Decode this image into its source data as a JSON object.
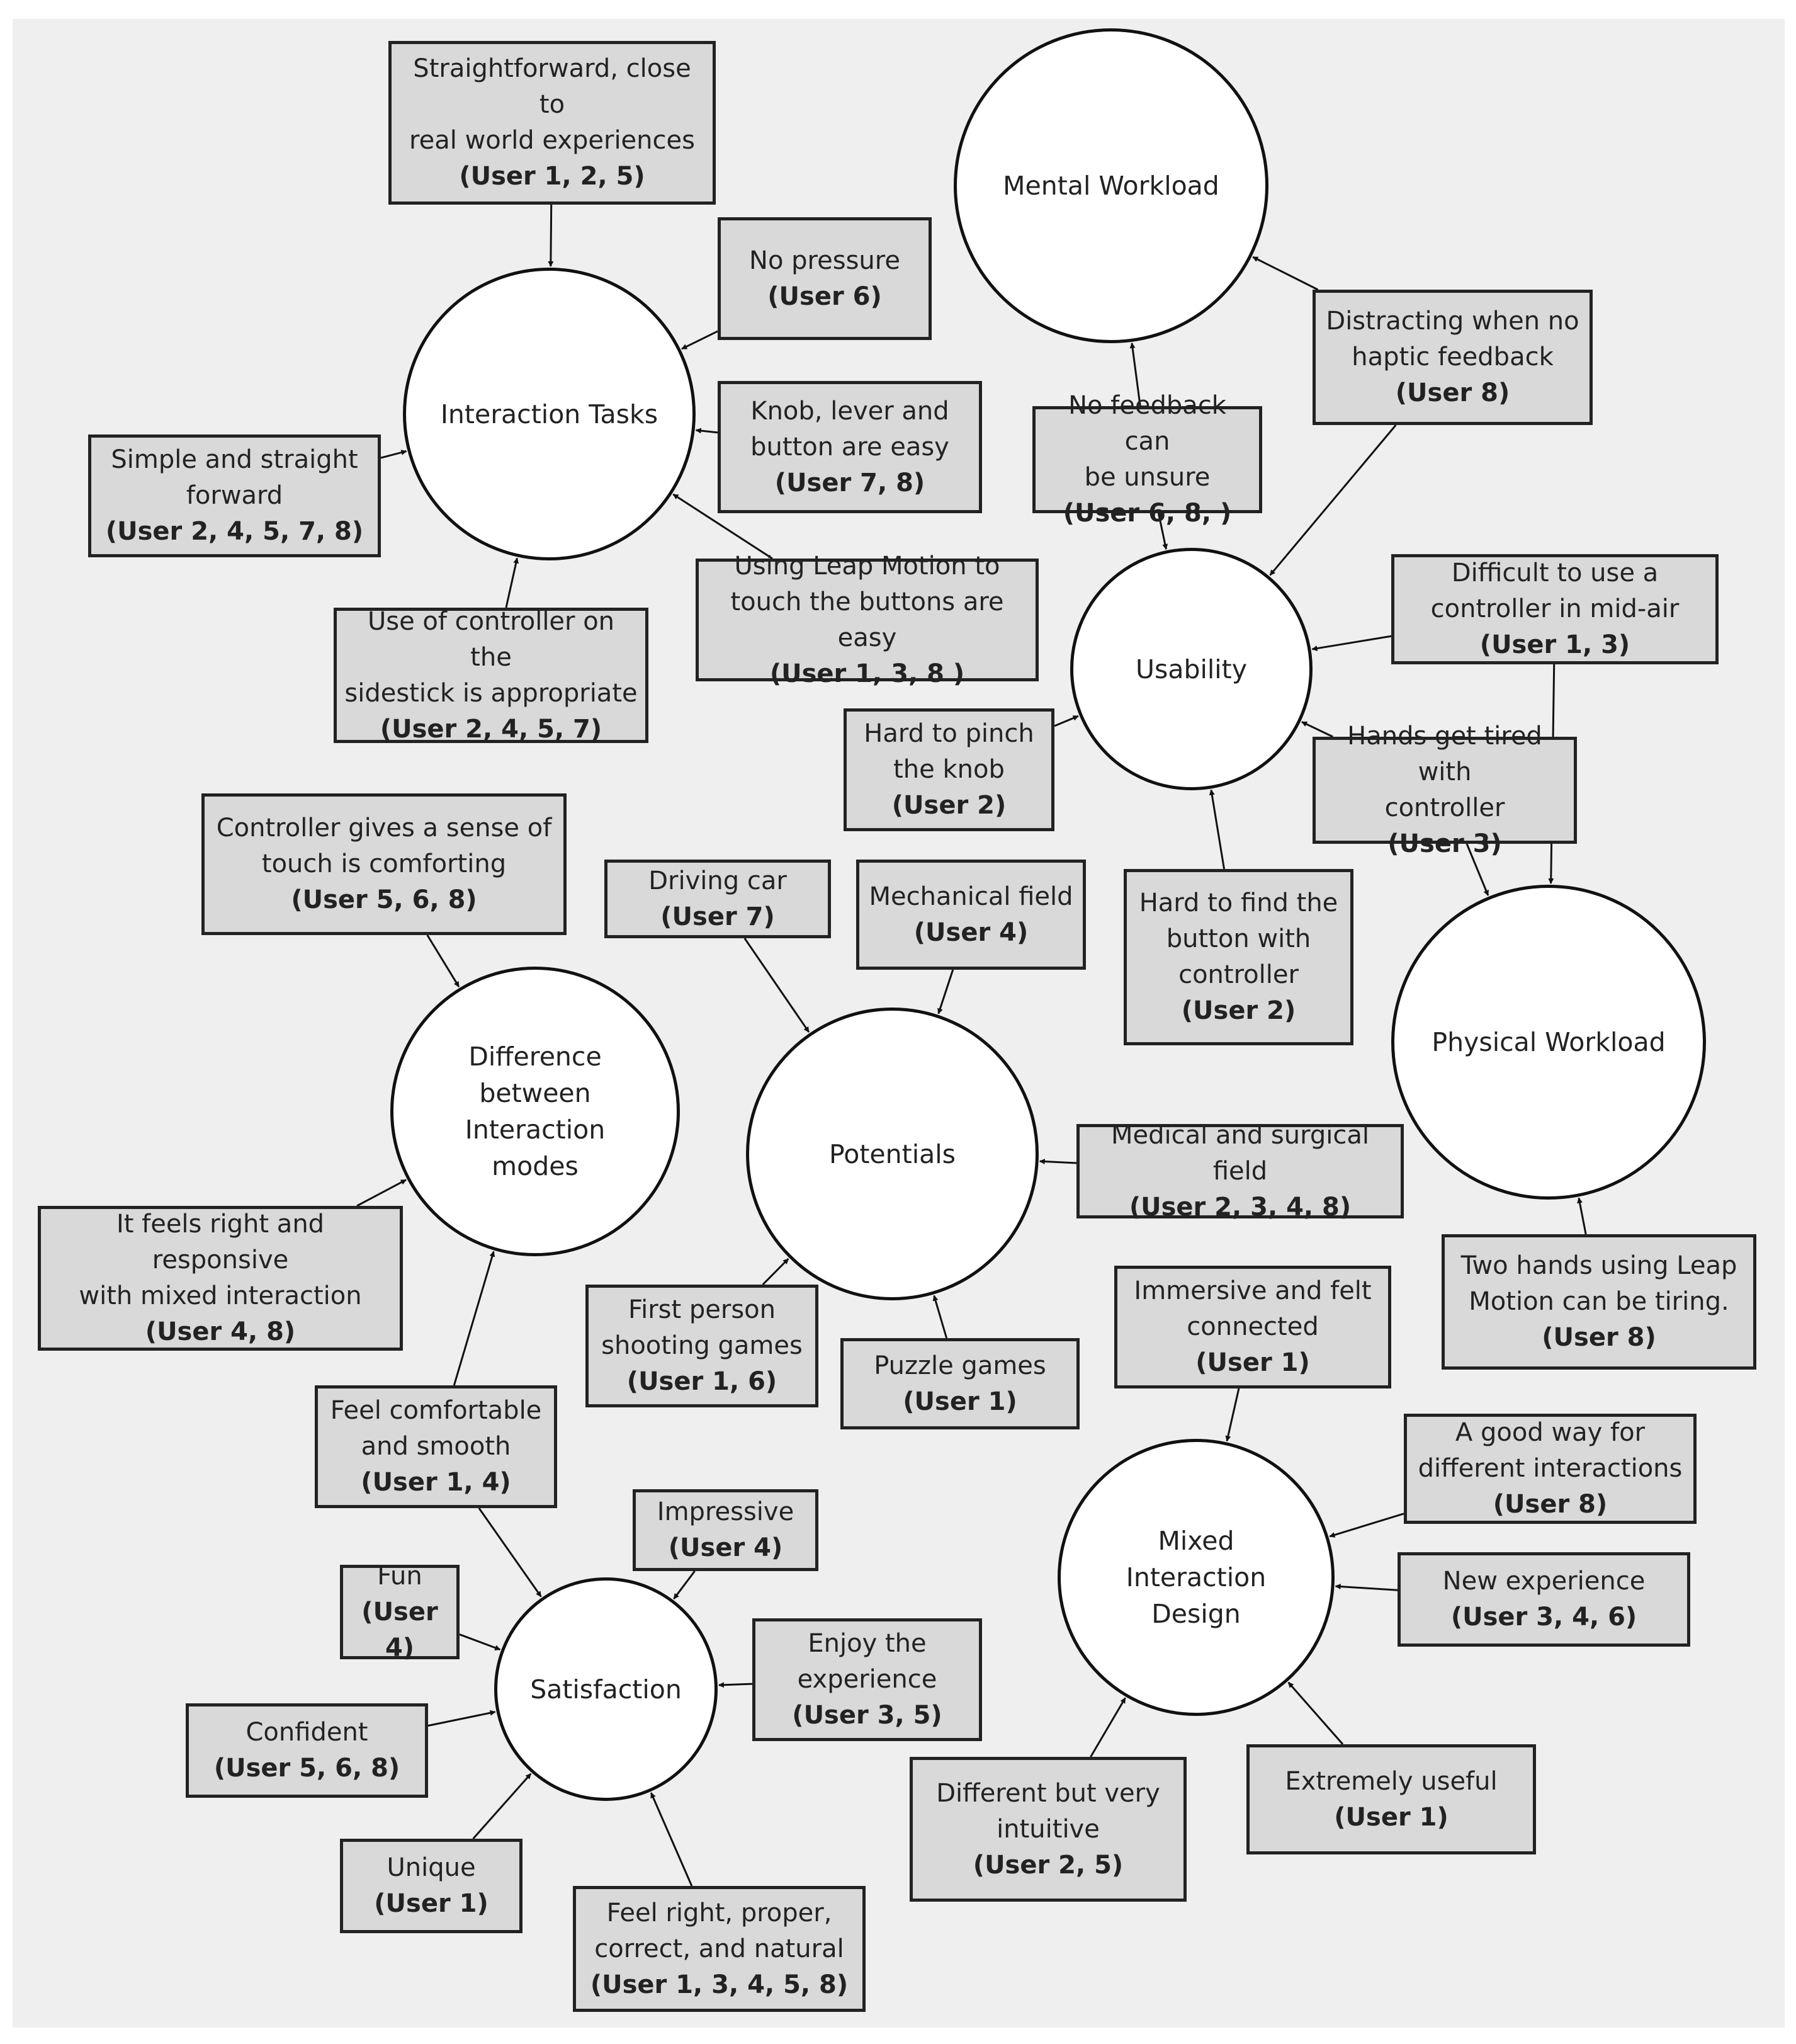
{
  "themes": [
    {
      "id": "interaction_tasks",
      "label": "Interaction Tasks"
    },
    {
      "id": "mental_workload",
      "label": "Mental Workload"
    },
    {
      "id": "usability",
      "label": "Usability"
    },
    {
      "id": "physical_workload",
      "label": "Physical Workload"
    },
    {
      "id": "difference_modes",
      "label": "Difference\nbetween\nInteraction\nmodes"
    },
    {
      "id": "potentials",
      "label": "Potentials"
    },
    {
      "id": "satisfaction",
      "label": "Satisfaction"
    },
    {
      "id": "mixed_design",
      "label": "Mixed\nInteraction\nDesign"
    }
  ],
  "comments": [
    {
      "id": "c1",
      "text": "Straightforward, close to\nreal world experiences",
      "users": "(User 1, 2, 5)"
    },
    {
      "id": "c2",
      "text": "No pressure",
      "users": "(User 6)"
    },
    {
      "id": "c3",
      "text": "Knob, lever and\nbutton are easy",
      "users": "(User 7, 8)"
    },
    {
      "id": "c4",
      "text": "Simple and straight\nforward",
      "users": "(User 2, 4, 5, 7, 8)"
    },
    {
      "id": "c5",
      "text": "Using Leap Motion to\ntouch the buttons are easy",
      "users": "(User 1, 3, 8 )"
    },
    {
      "id": "c6",
      "text": "Use of controller on the\nsidestick is appropriate",
      "users": "(User 2, 4, 5, 7)"
    },
    {
      "id": "c7",
      "text": "Distracting when no\nhaptic feedback",
      "users": "(User 8)"
    },
    {
      "id": "c8",
      "text": "No feedback can\nbe unsure",
      "users": "(User 6, 8, )"
    },
    {
      "id": "c9",
      "text": "Difficult to use a\ncontroller in mid-air",
      "users": "(User 1, 3)"
    },
    {
      "id": "c10",
      "text": "Hard to pinch\nthe knob",
      "users": "(User 2)"
    },
    {
      "id": "c11",
      "text": "Hands get tired with\ncontroller",
      "users": "(User 3)"
    },
    {
      "id": "c12",
      "text": "Hard to find the\nbutton with\ncontroller",
      "users": "(User 2)"
    },
    {
      "id": "c13",
      "text": "Controller gives a sense of\ntouch is comforting",
      "users": "(User 5, 6, 8)"
    },
    {
      "id": "c14",
      "text": "Driving car",
      "users": "(User 7)"
    },
    {
      "id": "c15",
      "text": "Mechanical field",
      "users": "(User 4)"
    },
    {
      "id": "c16",
      "text": "Medical and surgical field",
      "users": "(User 2, 3, 4, 8)"
    },
    {
      "id": "c17",
      "text": "It feels right and responsive\nwith mixed interaction",
      "users": "(User 4, 8)"
    },
    {
      "id": "c18",
      "text": "First person\nshooting games",
      "users": "(User 1, 6)"
    },
    {
      "id": "c19",
      "text": "Puzzle games",
      "users": "(User 1)"
    },
    {
      "id": "c20",
      "text": "Two hands using Leap\nMotion can be tiring.",
      "users": "(User 8)"
    },
    {
      "id": "c21",
      "text": "Immersive and felt\nconnected",
      "users": "(User 1)"
    },
    {
      "id": "c22",
      "text": "Feel comfortable\nand smooth",
      "users": "(User 1, 4)"
    },
    {
      "id": "c23",
      "text": "Impressive",
      "users": "(User 4)"
    },
    {
      "id": "c24",
      "text": "A good way for\ndifferent interactions",
      "users": "(User 8)"
    },
    {
      "id": "c25",
      "text": "Fun",
      "users": "(User 4)"
    },
    {
      "id": "c26",
      "text": "Enjoy the\nexperience",
      "users": "(User 3, 5)"
    },
    {
      "id": "c27",
      "text": "New experience",
      "users": "(User 3, 4, 6)"
    },
    {
      "id": "c28",
      "text": "Confident",
      "users": "(User 5, 6, 8)"
    },
    {
      "id": "c29",
      "text": "Extremely useful",
      "users": "(User 1)"
    },
    {
      "id": "c30",
      "text": "Different but very\nintuitive",
      "users": "(User 2, 5)"
    },
    {
      "id": "c31",
      "text": "Unique",
      "users": "(User 1)"
    },
    {
      "id": "c32",
      "text": "Feel right, proper,\ncorrect, and natural",
      "users": "(User 1, 3, 4, 5, 8)"
    }
  ],
  "links": [
    [
      "c1",
      "interaction_tasks"
    ],
    [
      "c2",
      "interaction_tasks"
    ],
    [
      "c3",
      "interaction_tasks"
    ],
    [
      "c4",
      "interaction_tasks"
    ],
    [
      "c5",
      "interaction_tasks"
    ],
    [
      "c6",
      "interaction_tasks"
    ],
    [
      "c7",
      "mental_workload"
    ],
    [
      "c7",
      "usability"
    ],
    [
      "c8",
      "mental_workload"
    ],
    [
      "c8",
      "usability"
    ],
    [
      "c9",
      "usability"
    ],
    [
      "c9",
      "physical_workload"
    ],
    [
      "c10",
      "usability"
    ],
    [
      "c11",
      "usability"
    ],
    [
      "c11",
      "physical_workload"
    ],
    [
      "c12",
      "usability"
    ],
    [
      "c13",
      "difference_modes"
    ],
    [
      "c14",
      "potentials"
    ],
    [
      "c15",
      "potentials"
    ],
    [
      "c16",
      "potentials"
    ],
    [
      "c17",
      "difference_modes"
    ],
    [
      "c18",
      "potentials"
    ],
    [
      "c19",
      "potentials"
    ],
    [
      "c20",
      "physical_workload"
    ],
    [
      "c21",
      "mixed_design"
    ],
    [
      "c22",
      "difference_modes"
    ],
    [
      "c22",
      "satisfaction"
    ],
    [
      "c23",
      "satisfaction"
    ],
    [
      "c24",
      "mixed_design"
    ],
    [
      "c25",
      "satisfaction"
    ],
    [
      "c26",
      "satisfaction"
    ],
    [
      "c27",
      "mixed_design"
    ],
    [
      "c28",
      "satisfaction"
    ],
    [
      "c29",
      "mixed_design"
    ],
    [
      "c30",
      "mixed_design"
    ],
    [
      "c31",
      "satisfaction"
    ],
    [
      "c32",
      "satisfaction"
    ]
  ]
}
